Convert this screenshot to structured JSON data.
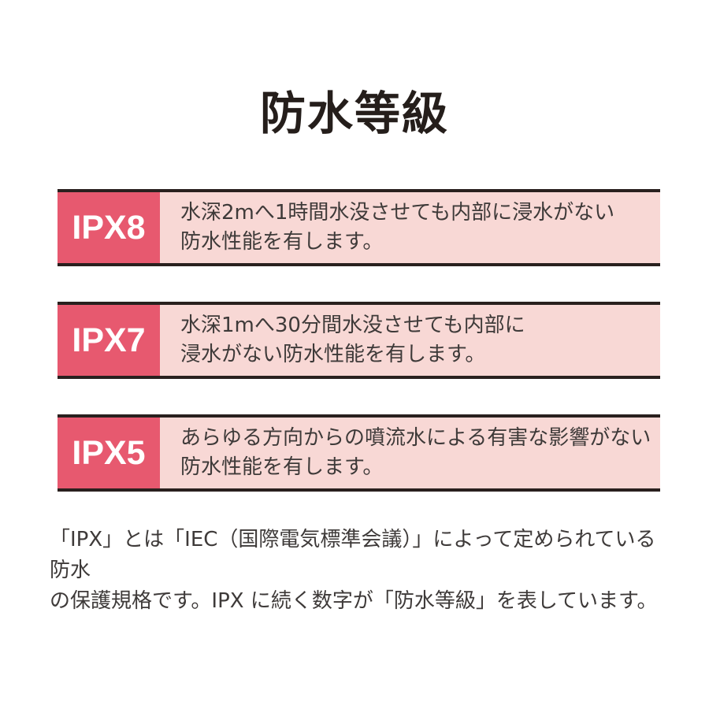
{
  "page": {
    "title": "防水等級",
    "background": "#ffffff"
  },
  "colors": {
    "badge_background": "#e7596f",
    "row_background": "#f8d8d5",
    "row_border": "#29201e",
    "badge_text": "#ffffff",
    "title_text": "#251e1b",
    "body_text": "#3e3a39"
  },
  "ratings": [
    {
      "code": "IPX8",
      "line1": "水深2mへ1時間水没させても内部に浸水がない",
      "line2": "防水性能を有します。"
    },
    {
      "code": "IPX7",
      "line1": "水深1mへ30分間水没させても内部に",
      "line2": "浸水がない防水性能を有します。"
    },
    {
      "code": "IPX5",
      "line1": "あらゆる方向からの噴流水による有害な影響がない",
      "line2": "防水性能を有します。"
    }
  ],
  "footnote": {
    "line1": "「IPX」とは「IEC（国際電気標準会議）」によって定められている防水",
    "line2": "の保護規格です。IPX に続く数字が「防水等級」を表しています。"
  }
}
